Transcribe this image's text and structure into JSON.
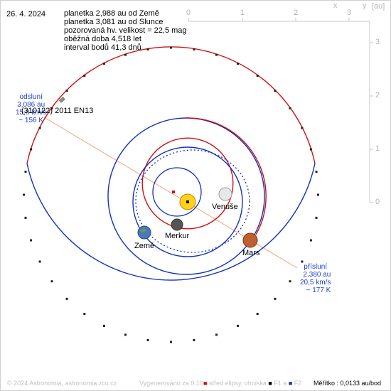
{
  "date": "26. 4. 2024",
  "info": [
    "planetka 2,988 au od Země",
    "planetka 3,081 au od Slunce",
    "pozorovaná hv. velikost = 22,5 mag",
    "oběžná doba 4,518 let",
    "interval bodů 41,3 dnů"
  ],
  "axis": {
    "top_ticks": [
      "0",
      "1",
      "2",
      "3"
    ],
    "right_ticks": [
      "3",
      "2",
      "1",
      "0"
    ],
    "x_letter": "x",
    "y_letter": "y",
    "unit": "[au]"
  },
  "asteroid_name": "(310122) 2011 EN13",
  "aphelion": {
    "title": "odsluní",
    "dist": "3,086 au",
    "speed": "15,8 km/s",
    "temp": "~ 156 K"
  },
  "perihelion": {
    "title": "přísluní",
    "dist": "2,380 au",
    "speed": "20,5 km/s",
    "temp": "~ 177 K"
  },
  "bodies": {
    "venus": "Venuše",
    "mercury": "Merkur",
    "earth": "Země",
    "mars": "Mars"
  },
  "footer": {
    "copyright": "© 2024 Astronomia, astronomia.zcu.cz",
    "generated": "Vygenerováno za 0,10 s",
    "legend_center": "střed elipsy, ohniska",
    "legend_f1": "F1 a",
    "legend_f2": "F2",
    "scale": "Měřítko : 0,0133 au/bod"
  },
  "colors": {
    "orbit_red": "#d01010",
    "orbit_blue": "#1030c0",
    "apsis_line": "#f0a080",
    "blue_text": "#1f3fd6"
  }
}
